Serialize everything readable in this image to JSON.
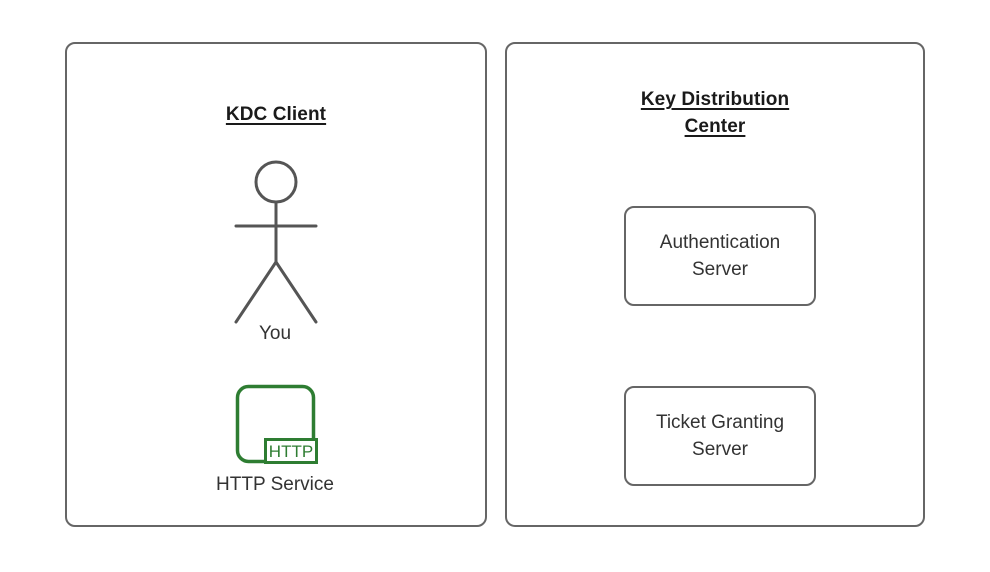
{
  "diagram": {
    "title_hidden": "",
    "colors": {
      "stroke_gray": "#666666",
      "text_dark": "#1a1a1a",
      "text_body": "#333333",
      "http_green": "#2E7D32",
      "background": "#ffffff"
    },
    "panels": [
      {
        "id": "kdc-client",
        "title": "KDC Client",
        "title_lines": [
          "KDC Client"
        ],
        "nodes": [
          {
            "id": "you",
            "type": "actor",
            "label": "You",
            "icon": "stick-figure-icon"
          },
          {
            "id": "http-service",
            "type": "service",
            "label": "HTTP Service",
            "icon": "http-service-icon",
            "badge_text": "HTTP",
            "color": "#2E7D32"
          }
        ]
      },
      {
        "id": "key-distribution-center",
        "title": "Key Distribution Center",
        "title_lines": [
          "Key Distribution",
          "Center"
        ],
        "nodes": [
          {
            "id": "authentication-server",
            "type": "box",
            "label": "Authentication\nServer"
          },
          {
            "id": "ticket-granting-server",
            "type": "box",
            "label": "Ticket Granting\nServer"
          }
        ]
      }
    ]
  }
}
